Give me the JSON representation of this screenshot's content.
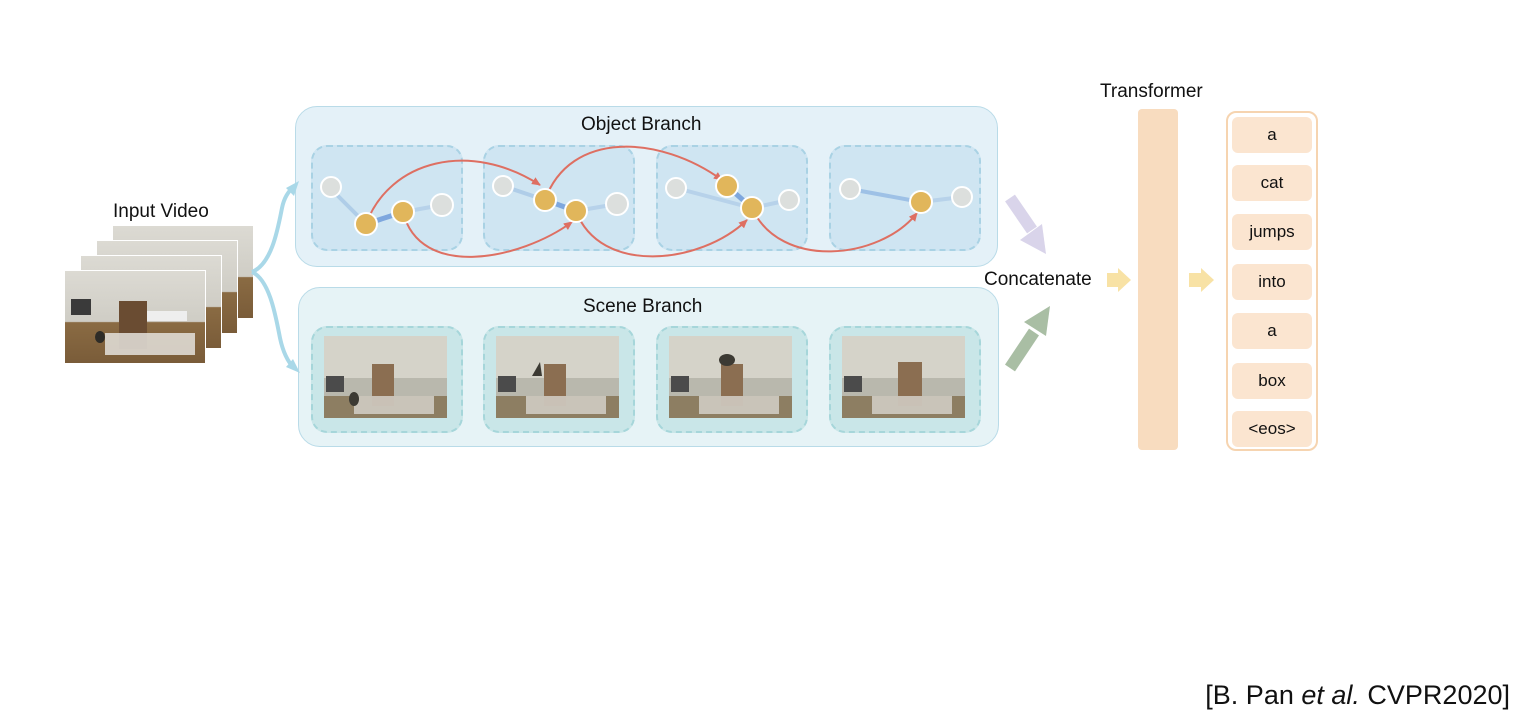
{
  "input": {
    "label": "Input  Video"
  },
  "object_branch": {
    "title": "Object Branch"
  },
  "scene_branch": {
    "title": "Scene Branch"
  },
  "concat": {
    "label": "Concatenate"
  },
  "transformer": {
    "label": "Transformer"
  },
  "tokens": [
    "a",
    "cat",
    "jumps",
    "into",
    "a",
    "box",
    "<eos>"
  ],
  "citation": {
    "prefix": "[B. Pan ",
    "italic": "et al.",
    "suffix": " CVPR2020]"
  },
  "colors": {
    "node_active": "#e1b65b",
    "node_inactive": "#d9dedd",
    "graph_edge": "#9ec1e6",
    "temporal_arrow": "#de6f62",
    "object_to_concat": "#d9d4ea",
    "scene_to_concat": "#a9bea4",
    "input_arrow": "#a9d8e8",
    "flow_arrow": "#f8e2a5",
    "transformer": "#f8dcbf",
    "token_fill": "#fbe5d0"
  }
}
